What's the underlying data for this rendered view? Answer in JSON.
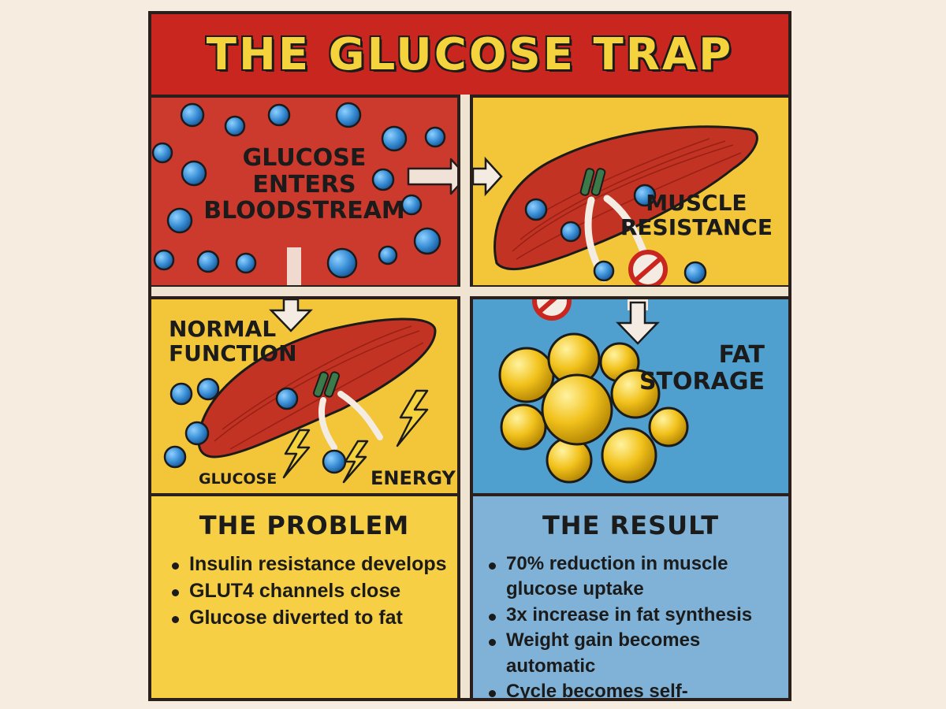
{
  "title": "THE GLUCOSE TRAP",
  "panels": {
    "glucose_enters": {
      "label_lines": [
        "GLUCOSE",
        "ENTERS",
        "BLOODSTREAM"
      ]
    },
    "muscle_resistance": {
      "label_lines": [
        "MUSCLE",
        "RESISTANCE"
      ]
    },
    "normal_function": {
      "label_lines": [
        "NORMAL",
        "FUNCTION"
      ],
      "glucose_label": "GLUCOSE",
      "energy_label": "ENERGY"
    },
    "fat_storage": {
      "label_lines": [
        "FAT",
        "STORAGE"
      ]
    }
  },
  "problem": {
    "heading": "THE PROBLEM",
    "items": [
      "Insulin resistance develops",
      "GLUT4 channels close",
      "Glucose diverted to fat"
    ]
  },
  "result": {
    "heading": "THE RESULT",
    "items": [
      "70% reduction in muscle glucose uptake",
      "3x increase in fat synthesis",
      "Weight gain becomes automatic",
      "Cycle becomes self-perpetuating"
    ]
  },
  "colors": {
    "red": "#cc3a2e",
    "yellow": "#f3c63a",
    "blue": "#4f9fcf",
    "light_blue": "#7fb2d6",
    "glucose_blue": "#3a8fd6",
    "muscle_red": "#c23323",
    "fat_yellow": "#f2c21c",
    "channel_green": "#3d7a4a"
  },
  "icons": [
    "glucose-molecule-icon",
    "arrow-icon",
    "muscle-icon",
    "glut4-channel-icon",
    "blocked-icon",
    "lightning-icon",
    "fat-cell-icon"
  ]
}
